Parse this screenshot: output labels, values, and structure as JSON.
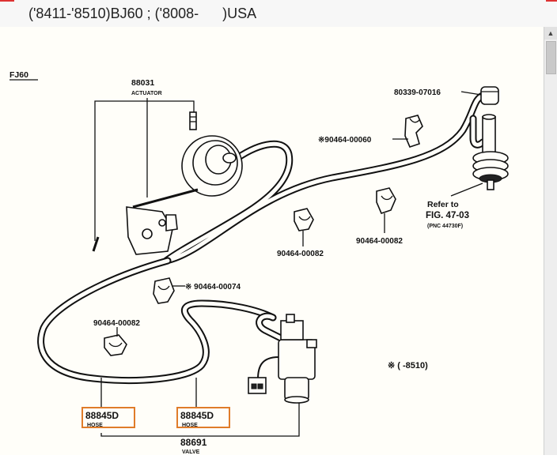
{
  "header": {
    "title": "('8411-'8510)BJ60 ; ('8008-      )USA"
  },
  "diagram": {
    "model_label": "FJ60",
    "actuator": {
      "number": "88031",
      "name": "ACTUATOR"
    },
    "cap_part": "80339-07016",
    "clip_star_top": "※90464-00060",
    "refer": {
      "line1": "Refer to",
      "line2": "FIG. 47-03",
      "pnc": "(PNC 44730F)"
    },
    "clip_mid_right": "90464-00082",
    "clip_mid_center": "90464-00082",
    "clip_star_mid": "※ 90464-00074",
    "clip_left": "90464-00082",
    "note": "※ (        -8510)",
    "hose_left": {
      "number": "88845D",
      "name": "HOSE"
    },
    "hose_right": {
      "number": "88845D",
      "name": "HOSE"
    },
    "valve": {
      "number": "88691",
      "name": "VALVE"
    }
  },
  "colors": {
    "highlight": "#e07c2a",
    "line": "#111111"
  }
}
